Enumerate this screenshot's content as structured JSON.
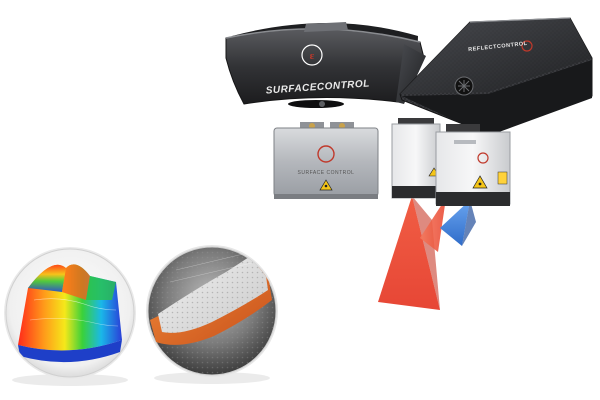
{
  "products": {
    "surface_control_head": {
      "label": "SURFACECONTROL"
    },
    "reflect_control_head": {
      "label": "REFLECTCONTROL"
    },
    "controller_box": {
      "label": "SURFACE CONTROL"
    }
  },
  "colors": {
    "device_dark": "#3a3b3e",
    "device_silver": "#b9bcc1",
    "laser_red": "#e8402a",
    "laser_blue": "#3f7fd8",
    "brand_red": "#c0392b"
  }
}
